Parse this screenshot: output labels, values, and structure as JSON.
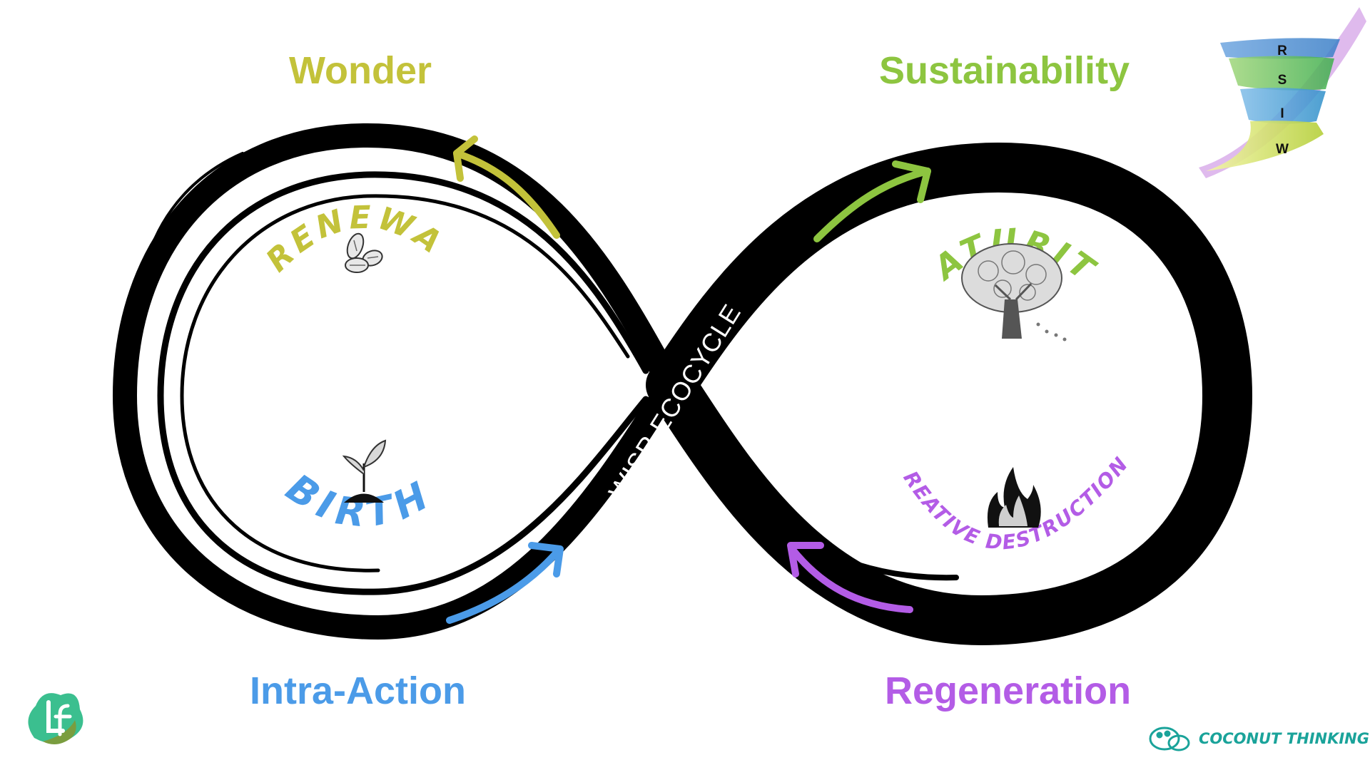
{
  "quadrants": {
    "wonder": {
      "label": "Wonder",
      "color": "#c3c23a"
    },
    "sustainability": {
      "label": "Sustainability",
      "color": "#8dc540"
    },
    "intra_action": {
      "label": "Intra-Action",
      "color": "#4b9be8"
    },
    "regeneration": {
      "label": "Regeneration",
      "color": "#b35ce6"
    }
  },
  "loop": {
    "center_text": "WISR ECOCYCLE",
    "color": "#000000"
  },
  "phases": {
    "renewal": {
      "text": "RENEWAL",
      "icon": "seeds-icon",
      "color": "#c3c23a"
    },
    "birth": {
      "text": "BIRTH",
      "icon": "sprout-icon",
      "color": "#4b9be8"
    },
    "maturity": {
      "text": "MATURITY",
      "icon": "tree-icon",
      "color": "#8dc540"
    },
    "creative_destruction": {
      "text": "CREATIVE DESTRUCTION",
      "icon": "fire-icon",
      "color": "#b35ce6"
    }
  },
  "spiral": {
    "letters": [
      "R",
      "S",
      "I",
      "W"
    ]
  },
  "brand": {
    "name": "COCONUT THINKING",
    "color": "#1aa39a"
  }
}
